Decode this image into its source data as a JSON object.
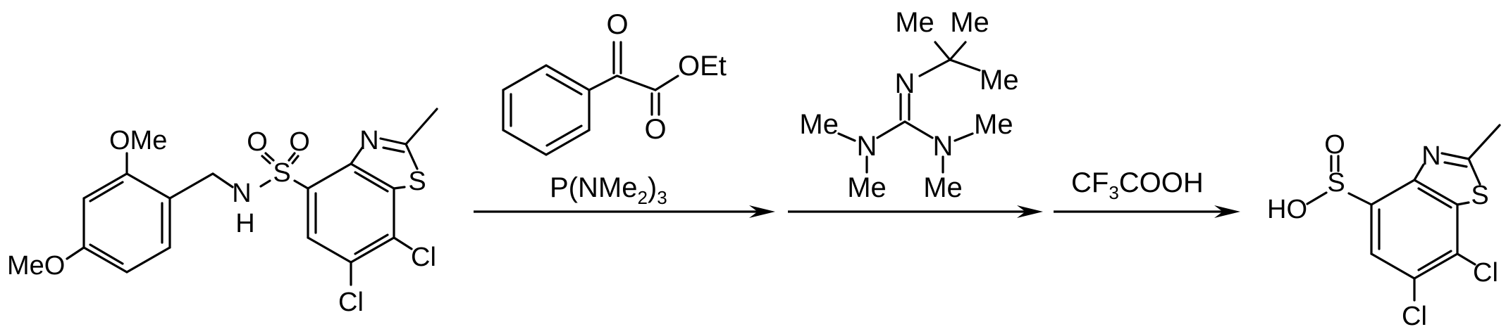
{
  "colors": {
    "ink": "#000000",
    "background": "#ffffff"
  },
  "starting_material": {
    "ome_2": "OMe",
    "ome_4": "MeO",
    "nh_n": "N",
    "nh_h": "H",
    "sulfonyl_s": "S",
    "sulfonyl_o1": "O",
    "sulfonyl_o2": "O",
    "thiazole_n": "N",
    "thiazole_s": "S",
    "cl_7": "Cl",
    "cl_6": "Cl"
  },
  "reagent_1": {
    "ketone_o": "O",
    "ester_o": "O",
    "ester_oet": "OEt",
    "phosphorus_reagent": {
      "main": "P(NMe",
      "sub": "2",
      "close": ")",
      "sub2": "3"
    }
  },
  "reagent_2": {
    "me_tbu_1": "Me",
    "me_tbu_2": "Me",
    "me_tbu_3": "Me",
    "imine_n": "N",
    "left_n": "N",
    "right_n": "N",
    "me_left_top": "Me",
    "me_left_bottom": "Me",
    "me_right_top": "Me",
    "me_right_bottom": "Me"
  },
  "reagent_3": {
    "cf": "CF",
    "sub": "3",
    "cooh": "COOH"
  },
  "product": {
    "ho": "HO",
    "sulfinyl_s": "S",
    "sulfinyl_o": "O",
    "thiazole_n": "N",
    "thiazole_s": "S",
    "cl_7": "Cl",
    "cl_6": "Cl"
  }
}
